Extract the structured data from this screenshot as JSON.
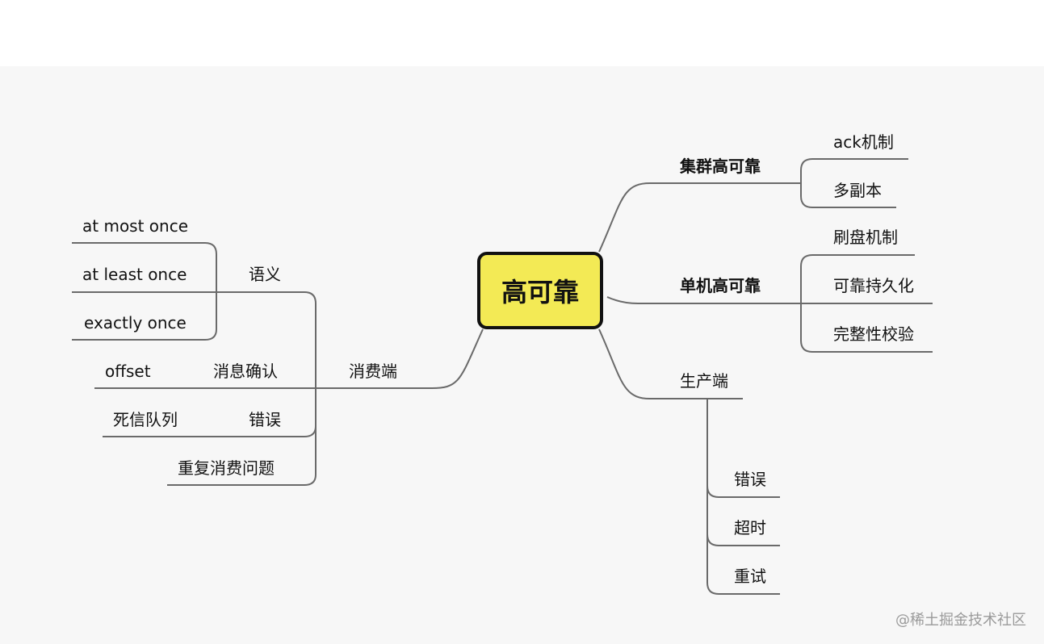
{
  "center": "高可靠",
  "right_branches": {
    "cluster": {
      "label": "集群高可靠",
      "children": [
        "ack机制",
        "多副本"
      ]
    },
    "single": {
      "label": "单机高可靠",
      "children": [
        "刷盘机制",
        "可靠持久化",
        "完整性校验"
      ]
    },
    "producer": {
      "label": "生产端",
      "children": [
        "错误",
        "超时",
        "重试"
      ]
    }
  },
  "left_branches": {
    "consumer": {
      "label": "消费端"
    },
    "semantics": {
      "label": "语义",
      "children": [
        "at most once",
        "at least once",
        "exactly once"
      ]
    },
    "ack": {
      "label": "消息确认",
      "children": [
        "offset"
      ]
    },
    "error": {
      "label": "错误",
      "children": [
        "死信队列"
      ]
    },
    "duplicate": {
      "label": "重复消费问题"
    }
  },
  "watermark": "@稀土掘金技术社区",
  "colors": {
    "central_fill": "#f3ea55",
    "line": "#666666",
    "background": "#f7f7f7"
  }
}
